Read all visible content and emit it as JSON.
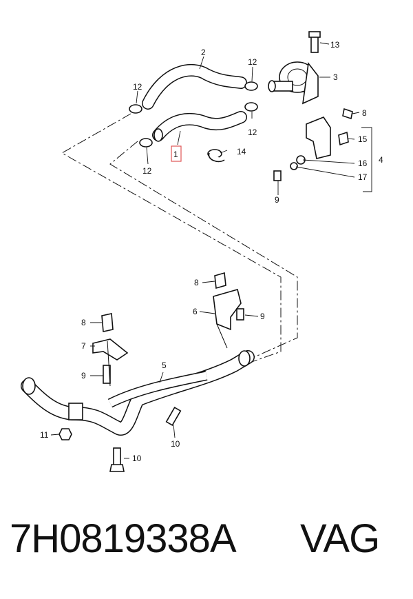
{
  "callouts": {
    "c1": "1",
    "c2": "2",
    "c3": "3",
    "c4": "4",
    "c5": "5",
    "c6": "6",
    "c7": "7",
    "c8": "8",
    "c9": "9",
    "c10": "10",
    "c11": "11",
    "c12": "12",
    "c13": "13",
    "c14": "14",
    "c15": "15",
    "c16": "16",
    "c17": "17"
  },
  "highlight_color": "#e05555",
  "footer": {
    "part_number": "7H0819338A",
    "brand": "VAG"
  }
}
